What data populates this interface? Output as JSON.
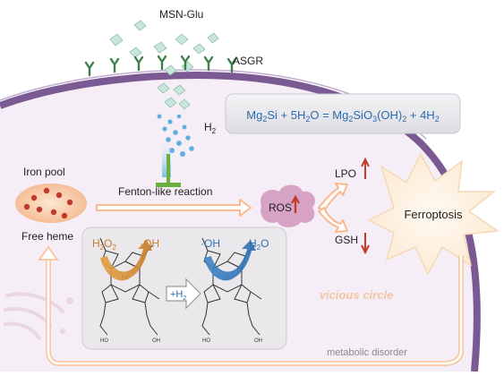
{
  "labels": {
    "msn": "MSN-Glu",
    "asgr": "ASGR",
    "h2": "H",
    "h2_sub": "2",
    "iron_pool": "Iron pool",
    "free_heme": "Free heme",
    "fenton": "Fenton-like reaction",
    "ros": "ROS",
    "lpo": "LPO",
    "gsh": "GSH",
    "ferroptosis": "Ferroptosis",
    "vicious": "vicious circle",
    "metabolic": "metabolic disorder",
    "plus_h2": "+H",
    "plus_h2_sub": "2",
    "h2o2_a": "H",
    "h2o2_b": "2",
    "h2o2_c": "O",
    "h2o2_d": "2",
    "oh_left": "·OH",
    "oh_right": "·OH",
    "h2o_a": "H",
    "h2o_b": "2",
    "h2o_c": "O"
  },
  "equation": {
    "p1": "Mg",
    "s1": "2",
    "p2": "Si + 5H",
    "s2": "2",
    "p3": "O = Mg",
    "s3": "2",
    "p4": "SiO",
    "s4": "3",
    "p5": "(OH)",
    "s5": "2",
    "p6": " + 4H",
    "s6": "2"
  },
  "colors": {
    "membrane": "#7b5a93",
    "cytoplasm": "#f6eef6",
    "arrow_orange": "#f7b98d",
    "h2_dots": "#5fb0e0",
    "inhibit_green": "#6bb03a",
    "iron_dots": "#c0392b",
    "ros_cloud": "#d7a3c4",
    "up_red": "#c0392b",
    "equation_text": "#2a6bb0",
    "vicious_text": "#f2c5a4"
  }
}
